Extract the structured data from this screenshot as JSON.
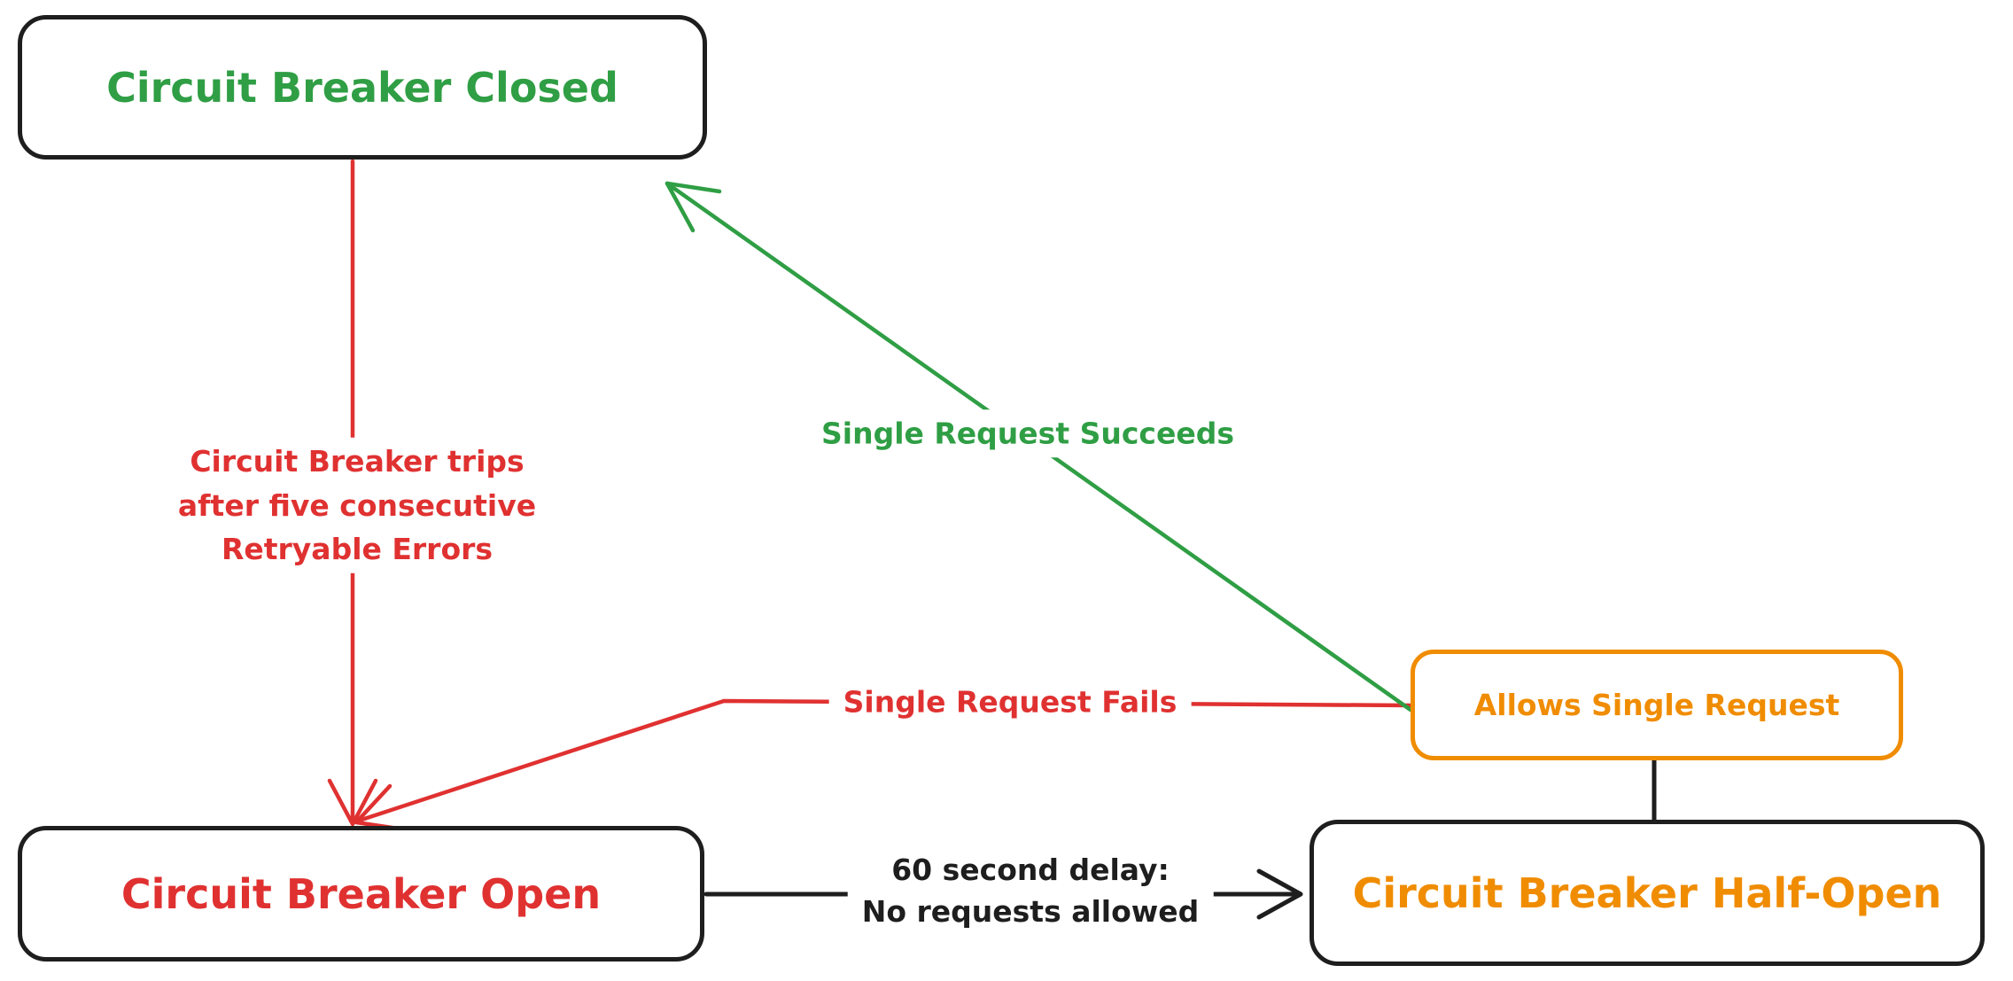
{
  "colors": {
    "green": "#2f9e44",
    "red": "#e03131",
    "orange": "#f08c00",
    "ink": "#1e1e1e",
    "background": "#ffffff"
  },
  "diagram": {
    "type": "state-diagram",
    "states": {
      "closed": {
        "label": "Circuit Breaker Closed",
        "text_color": "#2f9e44",
        "border_color": "#1e1e1e"
      },
      "open": {
        "label": "Circuit Breaker Open",
        "text_color": "#e03131",
        "border_color": "#1e1e1e"
      },
      "half_open": {
        "label": "Circuit Breaker Half-Open",
        "text_color": "#f08c00",
        "border_color": "#1e1e1e"
      },
      "allows_single_request": {
        "label": "Allows Single Request",
        "text_color": "#f08c00",
        "border_color": "#f08c00"
      }
    },
    "transitions": {
      "trip": {
        "from": "closed",
        "to": "open",
        "color": "#e03131",
        "label_lines": [
          "Circuit Breaker trips",
          "after five consecutive",
          "Retryable Errors"
        ]
      },
      "succeed": {
        "from": "allows_single_request",
        "to": "closed",
        "color": "#2f9e44",
        "label": "Single Request Succeeds"
      },
      "fail": {
        "from": "allows_single_request",
        "to": "open",
        "color": "#e03131",
        "label": "Single Request Fails"
      },
      "delay": {
        "from": "open",
        "to": "half_open",
        "color": "#1e1e1e",
        "label_lines": [
          "60 second delay:",
          "No requests allowed"
        ]
      },
      "allows_link": {
        "from": "allows_single_request",
        "to": "half_open",
        "color": "#1e1e1e",
        "label": ""
      }
    }
  }
}
